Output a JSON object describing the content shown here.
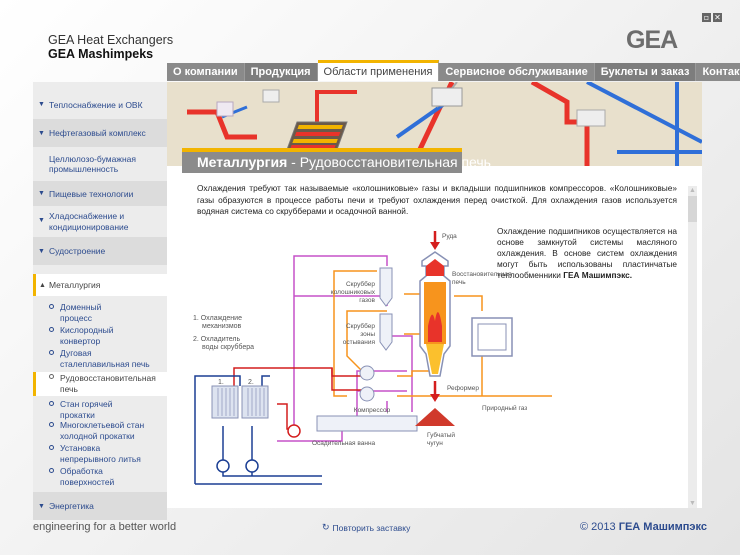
{
  "window": {
    "restore_icon": "restore-icon",
    "close_icon": "close-icon"
  },
  "brand": {
    "line1": "GEA Heat Exchangers",
    "line2": "GEA Mashimpeks",
    "logo_text": "GEA"
  },
  "nav": {
    "items": [
      {
        "label": "О компании"
      },
      {
        "label": "Продукция"
      },
      {
        "label": "Области применения",
        "active": true
      },
      {
        "label": "Сервисное обслуживание"
      },
      {
        "label": "Буклеты и заказ"
      },
      {
        "label": "Контакты"
      }
    ]
  },
  "sidebar": {
    "items": [
      {
        "label": "Теплоснабжение и ОВК",
        "icon": "triangle-down-icon"
      },
      {
        "label": "Нефтегазовый комплекс",
        "icon": "triangle-down-icon"
      },
      {
        "label": "Целлюлозо-бумажная промышленность"
      },
      {
        "label": "Пищевые технологии",
        "icon": "triangle-down-icon"
      },
      {
        "label": "Хладоснабжение и кондиционирование",
        "icon": "triangle-down-icon"
      },
      {
        "label": "Судостроение",
        "icon": "triangle-down-icon"
      },
      {
        "label": "Металлургия",
        "icon": "triangle-up-icon",
        "expanded": true
      },
      {
        "label": "Энергетика",
        "icon": "triangle-down-icon"
      }
    ],
    "subitems": [
      {
        "label": "Доменный процесс"
      },
      {
        "label": "Кислородный конвертор"
      },
      {
        "label": "Дуговая сталеплавильная печь"
      },
      {
        "label": "Рудовосстановительная печь",
        "current": true
      },
      {
        "label": "Стан горячей прокатки"
      },
      {
        "label": "Многоклетьевой стан холодной прокатки"
      },
      {
        "label": "Установка непрерывного литья"
      },
      {
        "label": "Обработка поверхностей"
      }
    ]
  },
  "page": {
    "title_bold": "Металлургия",
    "title_rest": " - Рудовосстановительная печь",
    "intro": "Охлаждения требуют так называемые «колошниковые» газы и вкладыши подшипников компрессоров. «Колошниковые» газы образуются в процессе работы печи и требуют охлаждения перед очисткой. Для охлаждения газов используется водяная система со скрубберами и осадочной ванной.",
    "side_text": "Охлаждение подшипников осуществляется на основе замкнутой системы масляного охлаждения. В основе систем охлаждения могут быть использованы пластинчатые теплообменники ",
    "side_text_bold": "ГЕА Машимпэкс."
  },
  "diagram": {
    "legend_1": "1. Охлаждение",
    "legend_1b": "механизмов",
    "legend_2": "2. Охладитель",
    "legend_2b": "воды скруббера",
    "hx1": "1.",
    "hx2": "2.",
    "ore": "Руда",
    "scrubber1_a": "Скруббер",
    "scrubber1_b": "колошниковых",
    "scrubber1_c": "газов",
    "scrubber2_a": "Скруббер",
    "scrubber2_b": "зоны",
    "scrubber2_c": "остывания",
    "furnace_a": "Восстановительная",
    "furnace_b": "печь",
    "reformer": "Реформер",
    "natural_gas": "Природный газ",
    "compressor": "Компрессор",
    "settling_tank": "Осадительная ванна",
    "sponge_a": "Губчатый",
    "sponge_b": "чугун",
    "colors": {
      "oil": "#d41e1e",
      "water": "#1c3f94",
      "gas": "#f7941d",
      "scrub": "#c552c9"
    }
  },
  "footer": {
    "tagline": "engineering for a better world",
    "replay": "Повторить заставку",
    "copyright_prefix": "© 2013 ",
    "copyright_bold": "ГЕА Машимпэкс"
  },
  "colors": {
    "accent": "#f2b400",
    "link": "#2c4b8e",
    "nav_bg": "#8a8a8a"
  }
}
